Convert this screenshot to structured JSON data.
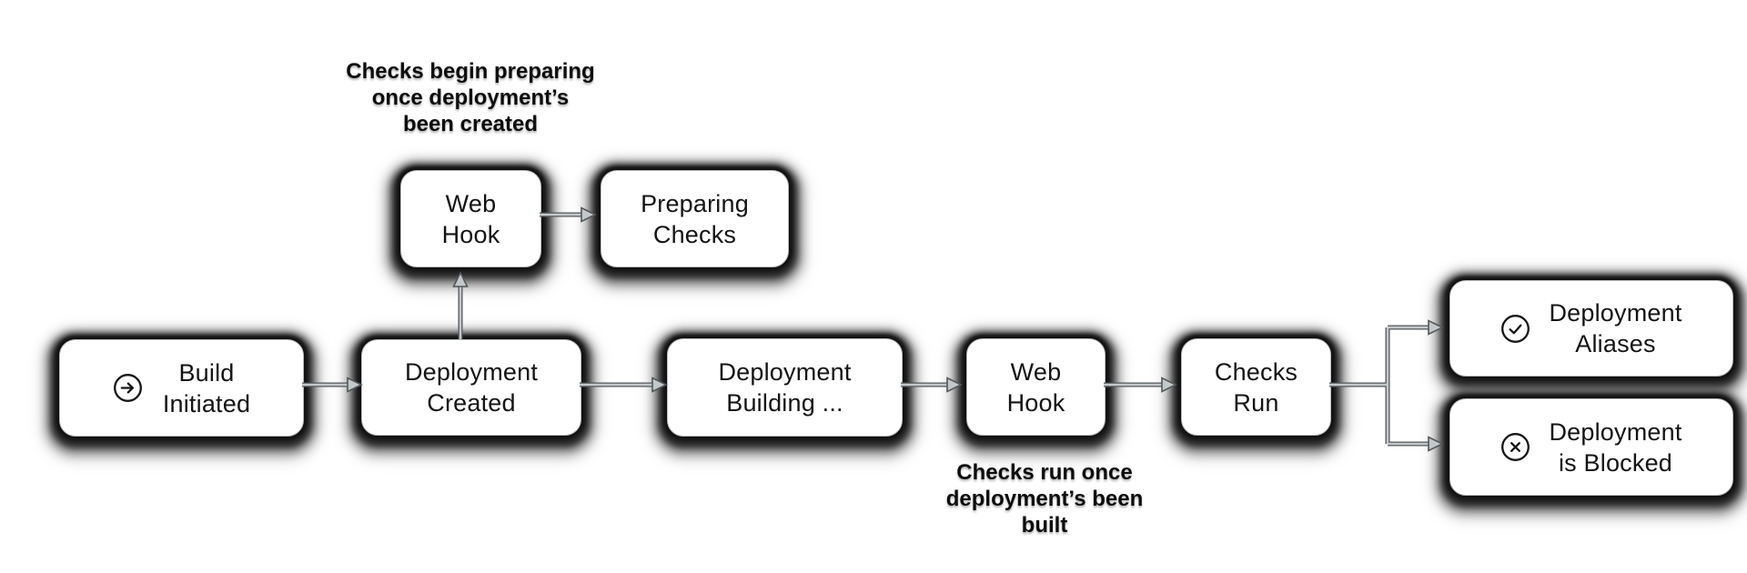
{
  "title": "Deployment checks pipeline flowchart",
  "colors": {
    "background": "#ffffff",
    "node_fill": "#ffffff",
    "node_text": "#141414",
    "annotation_text": "#0d0d0d",
    "connector_line": "#c3c8ca",
    "connector_outline": "#53585b",
    "shadow_halo": "#121212"
  },
  "nodes": {
    "build_initiated": {
      "label": "Build\nInitiated",
      "icon": "arrow-right-circle-icon"
    },
    "deployment_created": {
      "label": "Deployment\nCreated"
    },
    "deployment_building": {
      "label": "Deployment\nBuilding ..."
    },
    "web_hook_bottom": {
      "label": "Web\nHook"
    },
    "checks_run": {
      "label": "Checks\nRun"
    },
    "web_hook_top": {
      "label": "Web\nHook"
    },
    "preparing_checks": {
      "label": "Preparing\nChecks"
    },
    "deployment_aliases": {
      "label": "Deployment\nAliases",
      "icon": "check-circle-icon"
    },
    "deployment_blocked": {
      "label": "Deployment\nis Blocked",
      "icon": "x-circle-icon"
    }
  },
  "annotations": {
    "top": "Checks begin preparing\nonce deployment’s\nbeen created",
    "bottom": "Checks run once\ndeployment’s been\nbuilt"
  }
}
